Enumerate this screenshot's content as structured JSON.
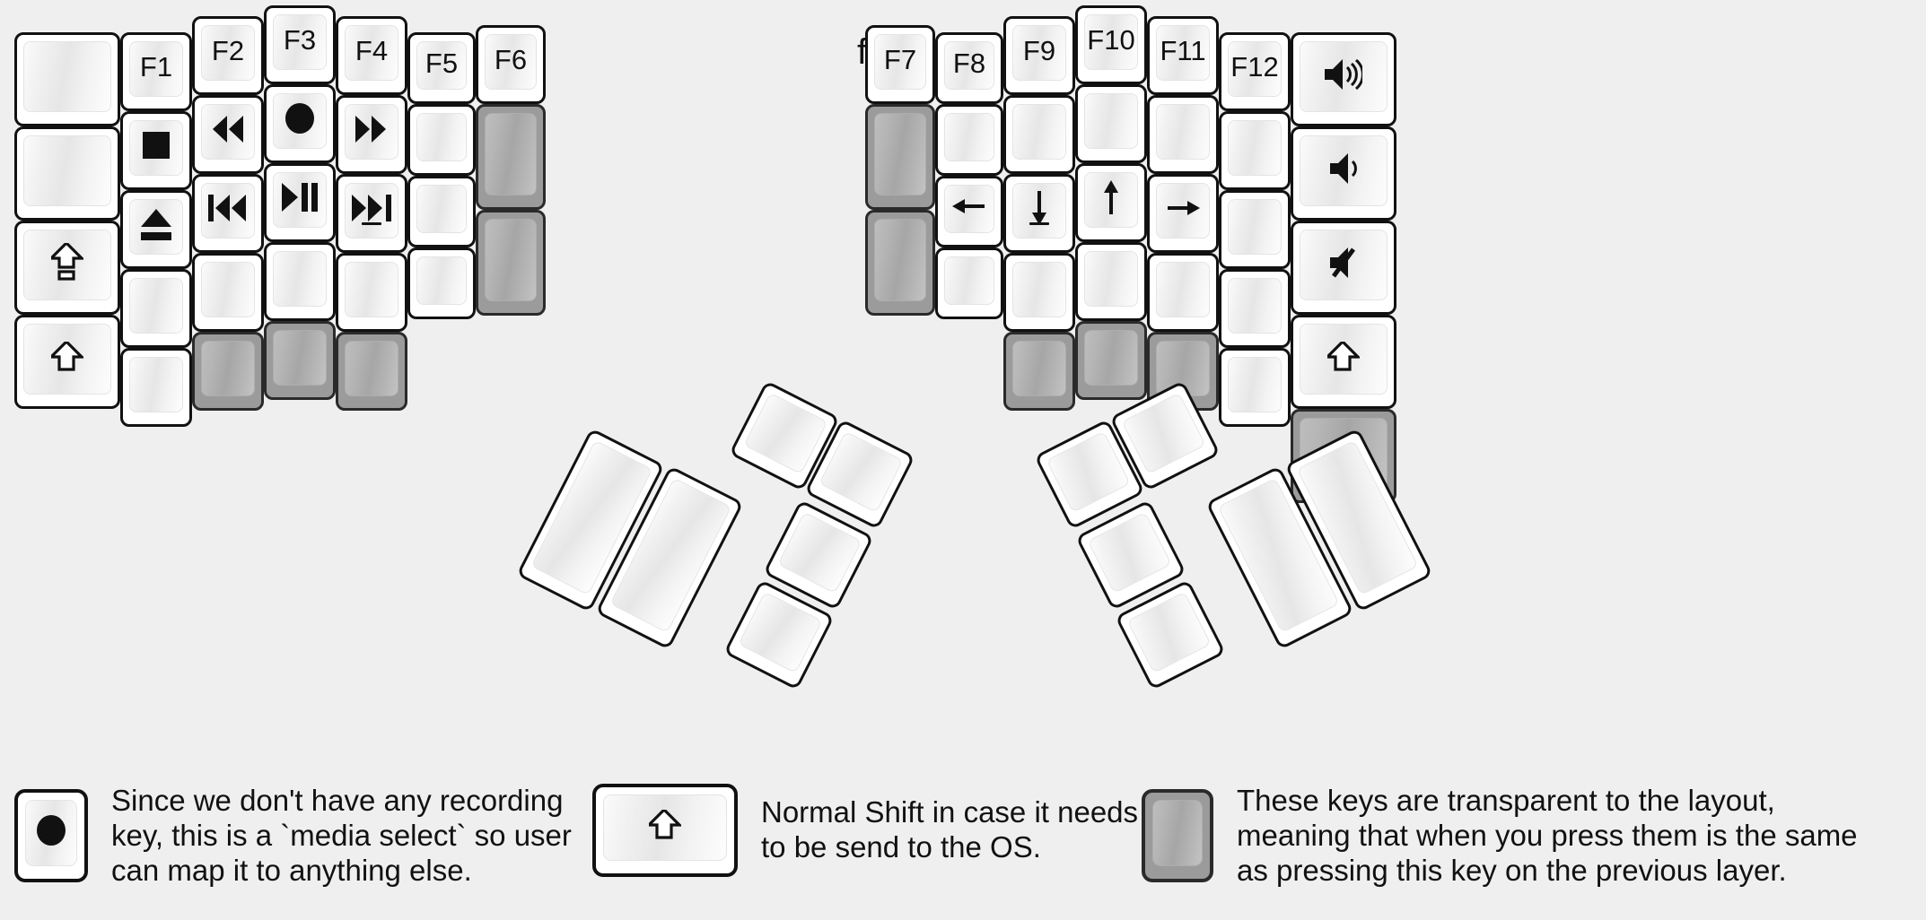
{
  "title": "fn Layer",
  "colors": {
    "background": "#efefef",
    "key_face": "#ffffff",
    "key_border": "#111111",
    "transparent_key": "#9b9b9b",
    "legend_text": "#111111"
  },
  "keyboard": {
    "left_half": {
      "columns": [
        {
          "name": "col-outer-left",
          "keys": [
            {
              "label": "",
              "icon": "",
              "transparent": false
            },
            {
              "label": "",
              "icon": "",
              "transparent": false
            },
            {
              "label": "",
              "icon": "caps-lock-icon",
              "transparent": false
            },
            {
              "label": "",
              "icon": "shift-icon",
              "transparent": false
            }
          ]
        },
        {
          "name": "col-f1",
          "keys": [
            {
              "label": "F1",
              "icon": "",
              "transparent": false
            },
            {
              "label": "",
              "icon": "media-stop-icon",
              "transparent": false
            },
            {
              "label": "",
              "icon": "media-eject-icon",
              "transparent": false
            },
            {
              "label": "",
              "icon": "",
              "transparent": false
            },
            {
              "label": "",
              "icon": "",
              "transparent": false
            }
          ]
        },
        {
          "name": "col-f2",
          "keys": [
            {
              "label": "F2",
              "icon": "",
              "transparent": false
            },
            {
              "label": "",
              "icon": "media-rewind-icon",
              "transparent": false
            },
            {
              "label": "",
              "icon": "media-previous-track-icon",
              "transparent": false
            },
            {
              "label": "",
              "icon": "",
              "transparent": false
            },
            {
              "label": "",
              "icon": "",
              "transparent": true
            }
          ]
        },
        {
          "name": "col-f3",
          "keys": [
            {
              "label": "F3",
              "icon": "",
              "transparent": false
            },
            {
              "label": "",
              "icon": "media-record-icon",
              "transparent": false
            },
            {
              "label": "",
              "icon": "media-play-pause-icon",
              "transparent": false
            },
            {
              "label": "",
              "icon": "",
              "transparent": false
            },
            {
              "label": "",
              "icon": "",
              "transparent": true
            }
          ]
        },
        {
          "name": "col-f4",
          "keys": [
            {
              "label": "F4",
              "icon": "",
              "transparent": false
            },
            {
              "label": "",
              "icon": "media-fast-forward-icon",
              "transparent": false
            },
            {
              "label": "",
              "icon": "media-next-track-icon",
              "transparent": false,
              "underline": true
            },
            {
              "label": "",
              "icon": "",
              "transparent": false
            },
            {
              "label": "",
              "icon": "",
              "transparent": true
            }
          ]
        },
        {
          "name": "col-f5",
          "keys": [
            {
              "label": "F5",
              "icon": "",
              "transparent": false
            },
            {
              "label": "",
              "icon": "",
              "transparent": false
            },
            {
              "label": "",
              "icon": "",
              "transparent": false
            },
            {
              "label": "",
              "icon": "",
              "transparent": false
            }
          ]
        },
        {
          "name": "col-f6",
          "keys": [
            {
              "label": "F6",
              "icon": "",
              "transparent": false
            },
            {
              "label": "",
              "icon": "",
              "transparent": true
            },
            {
              "label": "",
              "icon": "",
              "transparent": true
            }
          ]
        }
      ],
      "thumb_cluster": [
        {
          "label": "",
          "icon": "",
          "transparent": false
        },
        {
          "label": "",
          "icon": "",
          "transparent": false
        },
        {
          "label": "",
          "icon": "",
          "transparent": false
        },
        {
          "label": "",
          "icon": "",
          "transparent": false
        },
        {
          "label": "",
          "icon": "",
          "transparent": false
        },
        {
          "label": "",
          "icon": "",
          "transparent": false
        }
      ]
    },
    "right_half": {
      "columns": [
        {
          "name": "col-f7",
          "keys": [
            {
              "label": "F7",
              "icon": "",
              "transparent": false
            },
            {
              "label": "",
              "icon": "",
              "transparent": true
            },
            {
              "label": "",
              "icon": "",
              "transparent": true
            }
          ]
        },
        {
          "name": "col-f8",
          "keys": [
            {
              "label": "F8",
              "icon": "",
              "transparent": false
            },
            {
              "label": "",
              "icon": "",
              "transparent": false
            },
            {
              "label": "",
              "icon": "arrow-left-icon",
              "transparent": false
            },
            {
              "label": "",
              "icon": "",
              "transparent": false
            }
          ]
        },
        {
          "name": "col-f9",
          "keys": [
            {
              "label": "F9",
              "icon": "",
              "transparent": false
            },
            {
              "label": "",
              "icon": "",
              "transparent": false
            },
            {
              "label": "",
              "icon": "arrow-down-icon",
              "transparent": false,
              "underline": true
            },
            {
              "label": "",
              "icon": "",
              "transparent": false
            },
            {
              "label": "",
              "icon": "",
              "transparent": true
            }
          ]
        },
        {
          "name": "col-f10",
          "keys": [
            {
              "label": "F10",
              "icon": "",
              "transparent": false
            },
            {
              "label": "",
              "icon": "",
              "transparent": false
            },
            {
              "label": "",
              "icon": "arrow-up-icon",
              "transparent": false
            },
            {
              "label": "",
              "icon": "",
              "transparent": false
            },
            {
              "label": "",
              "icon": "",
              "transparent": true
            }
          ]
        },
        {
          "name": "col-f11",
          "keys": [
            {
              "label": "F11",
              "icon": "",
              "transparent": false
            },
            {
              "label": "",
              "icon": "",
              "transparent": false
            },
            {
              "label": "",
              "icon": "arrow-right-icon",
              "transparent": false
            },
            {
              "label": "",
              "icon": "",
              "transparent": false
            },
            {
              "label": "",
              "icon": "",
              "transparent": true
            }
          ]
        },
        {
          "name": "col-f12",
          "keys": [
            {
              "label": "F12",
              "icon": "",
              "transparent": false
            },
            {
              "label": "",
              "icon": "",
              "transparent": false
            },
            {
              "label": "",
              "icon": "",
              "transparent": false
            },
            {
              "label": "",
              "icon": "",
              "transparent": false
            },
            {
              "label": "",
              "icon": "",
              "transparent": false
            }
          ]
        },
        {
          "name": "col-outer-right",
          "keys": [
            {
              "label": "",
              "icon": "volume-up-icon",
              "transparent": false
            },
            {
              "label": "",
              "icon": "volume-down-icon",
              "transparent": false
            },
            {
              "label": "",
              "icon": "volume-mute-icon",
              "transparent": false
            },
            {
              "label": "",
              "icon": "shift-icon",
              "transparent": false
            },
            {
              "label": "",
              "icon": "",
              "transparent": true
            }
          ]
        }
      ],
      "thumb_cluster": [
        {
          "label": "",
          "icon": "",
          "transparent": false
        },
        {
          "label": "",
          "icon": "",
          "transparent": false
        },
        {
          "label": "",
          "icon": "",
          "transparent": false
        },
        {
          "label": "",
          "icon": "",
          "transparent": false
        },
        {
          "label": "",
          "icon": "",
          "transparent": false
        },
        {
          "label": "",
          "icon": "",
          "transparent": false
        }
      ]
    }
  },
  "legend": [
    {
      "icon": "media-record-icon",
      "transparent": false,
      "text": "Since we don't have any recording\nkey, this is a `media select` so user\ncan map it to anything else."
    },
    {
      "icon": "shift-icon",
      "transparent": false,
      "text": "Normal Shift in case it needs\nto be send to the OS."
    },
    {
      "icon": "",
      "transparent": true,
      "text": "These keys are transparent to the layout,\nmeaning that when you press them is the same\nas pressing this key on the previous layer."
    }
  ]
}
